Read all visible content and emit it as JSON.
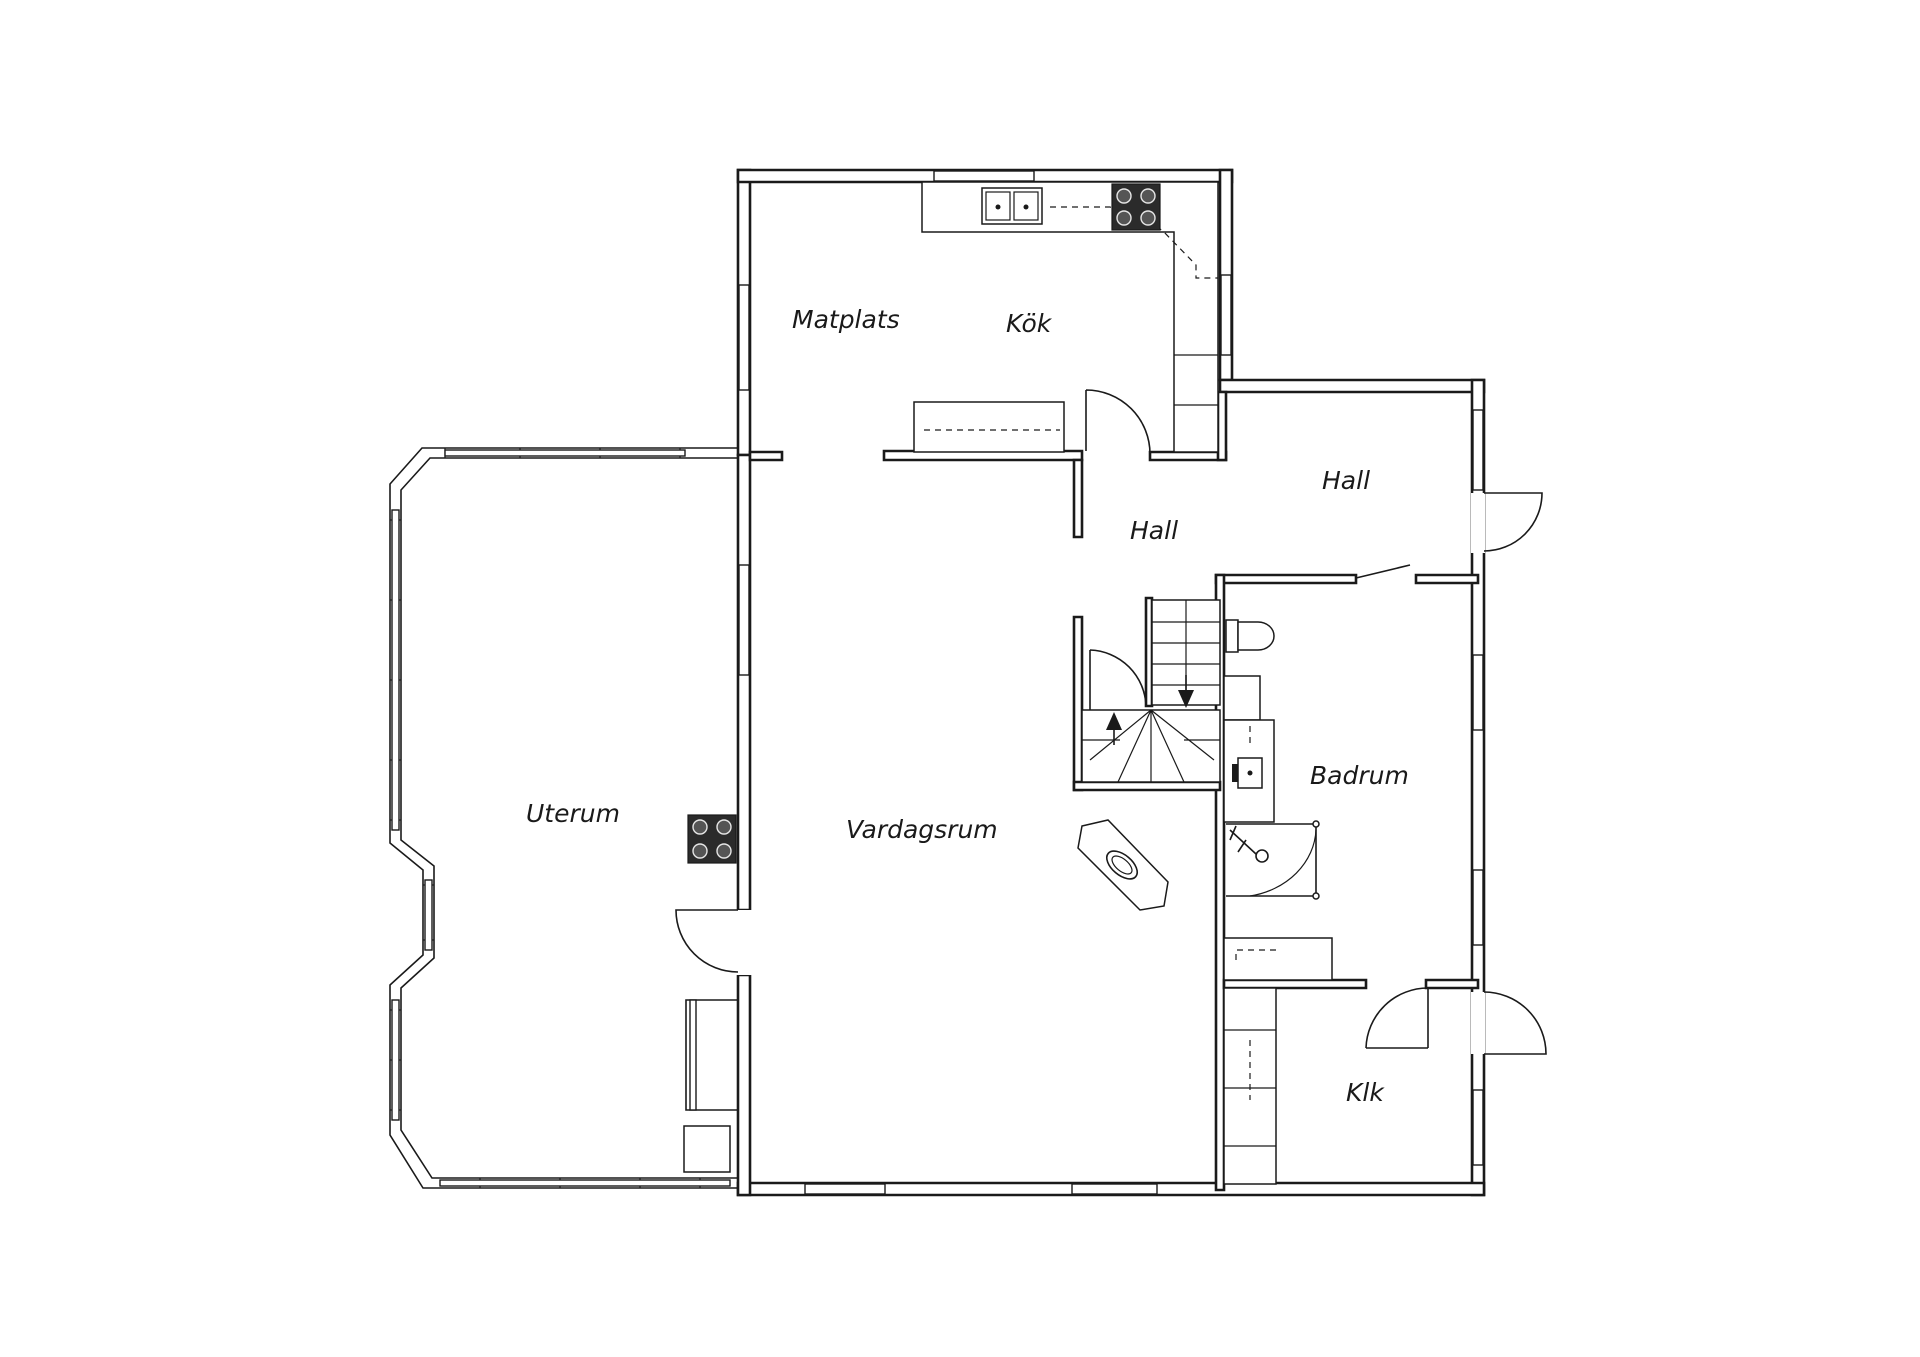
{
  "floor_plan": {
    "rooms": [
      {
        "id": "matplats",
        "label": "Matplats"
      },
      {
        "id": "kok",
        "label": "Kök"
      },
      {
        "id": "hall-east",
        "label": "Hall"
      },
      {
        "id": "hall-center",
        "label": "Hall"
      },
      {
        "id": "badrum",
        "label": "Badrum"
      },
      {
        "id": "uterum",
        "label": "Uterum"
      },
      {
        "id": "vardagsrum",
        "label": "Vardagsrum"
      },
      {
        "id": "klk",
        "label": "Klk"
      }
    ],
    "colors": {
      "line": "#1a1a1a",
      "background": "#ffffff",
      "hob": "#2b2b2b"
    },
    "icons": [
      "stair-up-arrow-icon",
      "stair-down-arrow-icon",
      "stove-hob-icon",
      "sink-icon",
      "toilet-icon",
      "shower-icon",
      "bathtub-icon"
    ]
  }
}
